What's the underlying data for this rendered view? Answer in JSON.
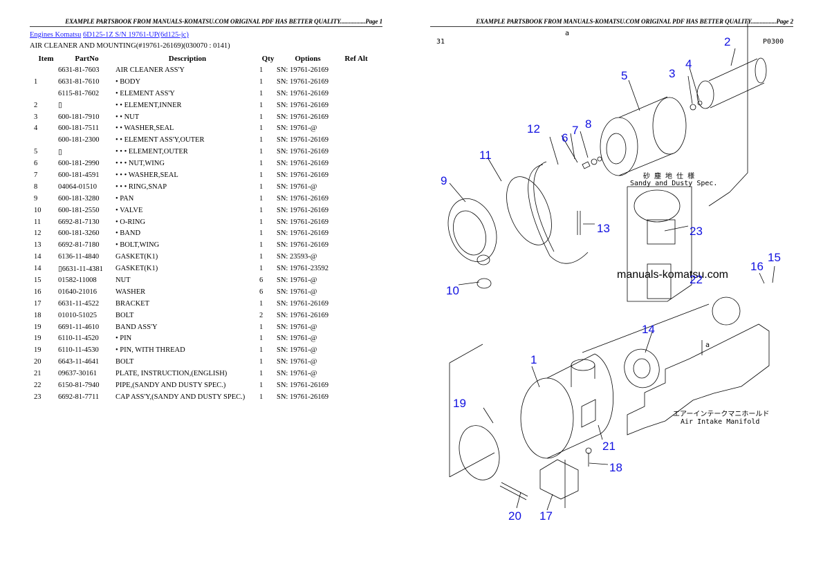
{
  "pages": [
    {
      "header": "EXAMPLE PARTSBOOK FROM MANUALS-KOMATSU.COM ORIGINAL PDF HAS BETTER QUALITY.................Page 1",
      "breadcrumb": {
        "link1": "Engines Komatsu",
        "link2": "6D125-1Z S/N 19761-UP(6d125-jc)"
      },
      "subtitle": "AIR CLEANER AND MOUNTING(#19761-26169)(030070 : 0141)",
      "table": {
        "columns": [
          "Item",
          "PartNo",
          "Description",
          "Qty",
          "Options",
          "Ref Alt"
        ],
        "rows": [
          [
            "",
            "6631-81-7603",
            "AIR CLEANER ASS'Y",
            "1",
            "SN: 19761-26169",
            ""
          ],
          [
            "1",
            "6631-81-7610",
            "• BODY",
            "1",
            "SN: 19761-26169",
            ""
          ],
          [
            "",
            "6115-81-7602",
            "• ELEMENT ASS'Y",
            "1",
            "SN: 19761-26169",
            ""
          ],
          [
            "2",
            "▯",
            "• • ELEMENT,INNER",
            "1",
            "SN: 19761-26169",
            ""
          ],
          [
            "3",
            "600-181-7910",
            "• • NUT",
            "1",
            "SN: 19761-26169",
            ""
          ],
          [
            "4",
            "600-181-7511",
            "• • WASHER,SEAL",
            "1",
            "SN: 19761-@",
            ""
          ],
          [
            "",
            "600-181-2300",
            "• • ELEMENT ASS'Y,OUTER",
            "1",
            "SN: 19761-26169",
            ""
          ],
          [
            "5",
            "▯",
            "• • • ELEMENT,OUTER",
            "1",
            "SN: 19761-26169",
            ""
          ],
          [
            "6",
            "600-181-2990",
            "• • • NUT,WING",
            "1",
            "SN: 19761-26169",
            ""
          ],
          [
            "7",
            "600-181-4591",
            "• • • WASHER,SEAL",
            "1",
            "SN: 19761-26169",
            ""
          ],
          [
            "8",
            "04064-01510",
            "• • • RING,SNAP",
            "1",
            "SN: 19761-@",
            ""
          ],
          [
            "9",
            "600-181-3280",
            "• PAN",
            "1",
            "SN: 19761-26169",
            ""
          ],
          [
            "10",
            "600-181-2550",
            "• VALVE",
            "1",
            "SN: 19761-26169",
            ""
          ],
          [
            "11",
            "6692-81-7130",
            "• O-RING",
            "1",
            "SN: 19761-26169",
            ""
          ],
          [
            "12",
            "600-181-3260",
            "• BAND",
            "1",
            "SN: 19761-26169",
            ""
          ],
          [
            "13",
            "6692-81-7180",
            "• BOLT,WING",
            "1",
            "SN: 19761-26169",
            ""
          ],
          [
            "14",
            "6136-11-4840",
            "GASKET(K1)",
            "1",
            "SN: 23593-@",
            ""
          ],
          [
            "14",
            "▯6631-11-4381",
            "GASKET(K1)",
            "1",
            "SN: 19761-23592",
            ""
          ],
          [
            "15",
            "01582-11008",
            "NUT",
            "6",
            "SN: 19761-@",
            ""
          ],
          [
            "16",
            "01640-21016",
            "WASHER",
            "6",
            "SN: 19761-@",
            ""
          ],
          [
            "17",
            "6631-11-4522",
            "BRACKET",
            "1",
            "SN: 19761-26169",
            ""
          ],
          [
            "18",
            "01010-51025",
            "BOLT",
            "2",
            "SN: 19761-26169",
            ""
          ],
          [
            "19",
            "6691-11-4610",
            "BAND ASS'Y",
            "1",
            "SN: 19761-@",
            ""
          ],
          [
            "19",
            "6110-11-4520",
            "• PIN",
            "1",
            "SN: 19761-@",
            ""
          ],
          [
            "19",
            "6110-11-4530",
            "• PIN, WITH THREAD",
            "1",
            "SN: 19761-@",
            ""
          ],
          [
            "20",
            "6643-11-4641",
            "BOLT",
            "1",
            "SN: 19761-@",
            ""
          ],
          [
            "21",
            "09637-30161",
            "PLATE, INSTRUCTION,(ENGLISH)",
            "1",
            "SN: 19761-@",
            ""
          ],
          [
            "22",
            "6150-81-7940",
            "PIPE,(SANDY AND DUSTY SPEC.)",
            "1",
            "SN: 19761-26169",
            ""
          ],
          [
            "23",
            "6692-81-7711",
            "CAP ASS'Y,(SANDY AND DUSTY SPEC.)",
            "1",
            "SN: 19761-26169",
            ""
          ]
        ]
      }
    },
    {
      "header": "EXAMPLE PARTSBOOK FROM MANUALS-KOMATSU.COM ORIGINAL PDF HAS BETTER QUALITY.................Page 2",
      "diagram": {
        "corner_left": "31",
        "corner_top": "a",
        "code": "P0300",
        "sandy_jp": "砂 塵 地 仕 様",
        "sandy_en": "Sandy and Dusty Spec.",
        "manifold_jp": "エアーインテークマニホールド",
        "manifold_en": "Air Intake Manifold",
        "arrow_label": "a",
        "watermark": "manuals-komatsu.com",
        "callouts": [
          "1",
          "2",
          "3",
          "4",
          "5",
          "6",
          "7",
          "8",
          "9",
          "10",
          "11",
          "12",
          "13",
          "14",
          "15",
          "16",
          "17",
          "18",
          "19",
          "20",
          "21",
          "22",
          "23"
        ]
      }
    }
  ],
  "colors": {
    "link": "#1a1aff",
    "callout": "#1010e0"
  }
}
